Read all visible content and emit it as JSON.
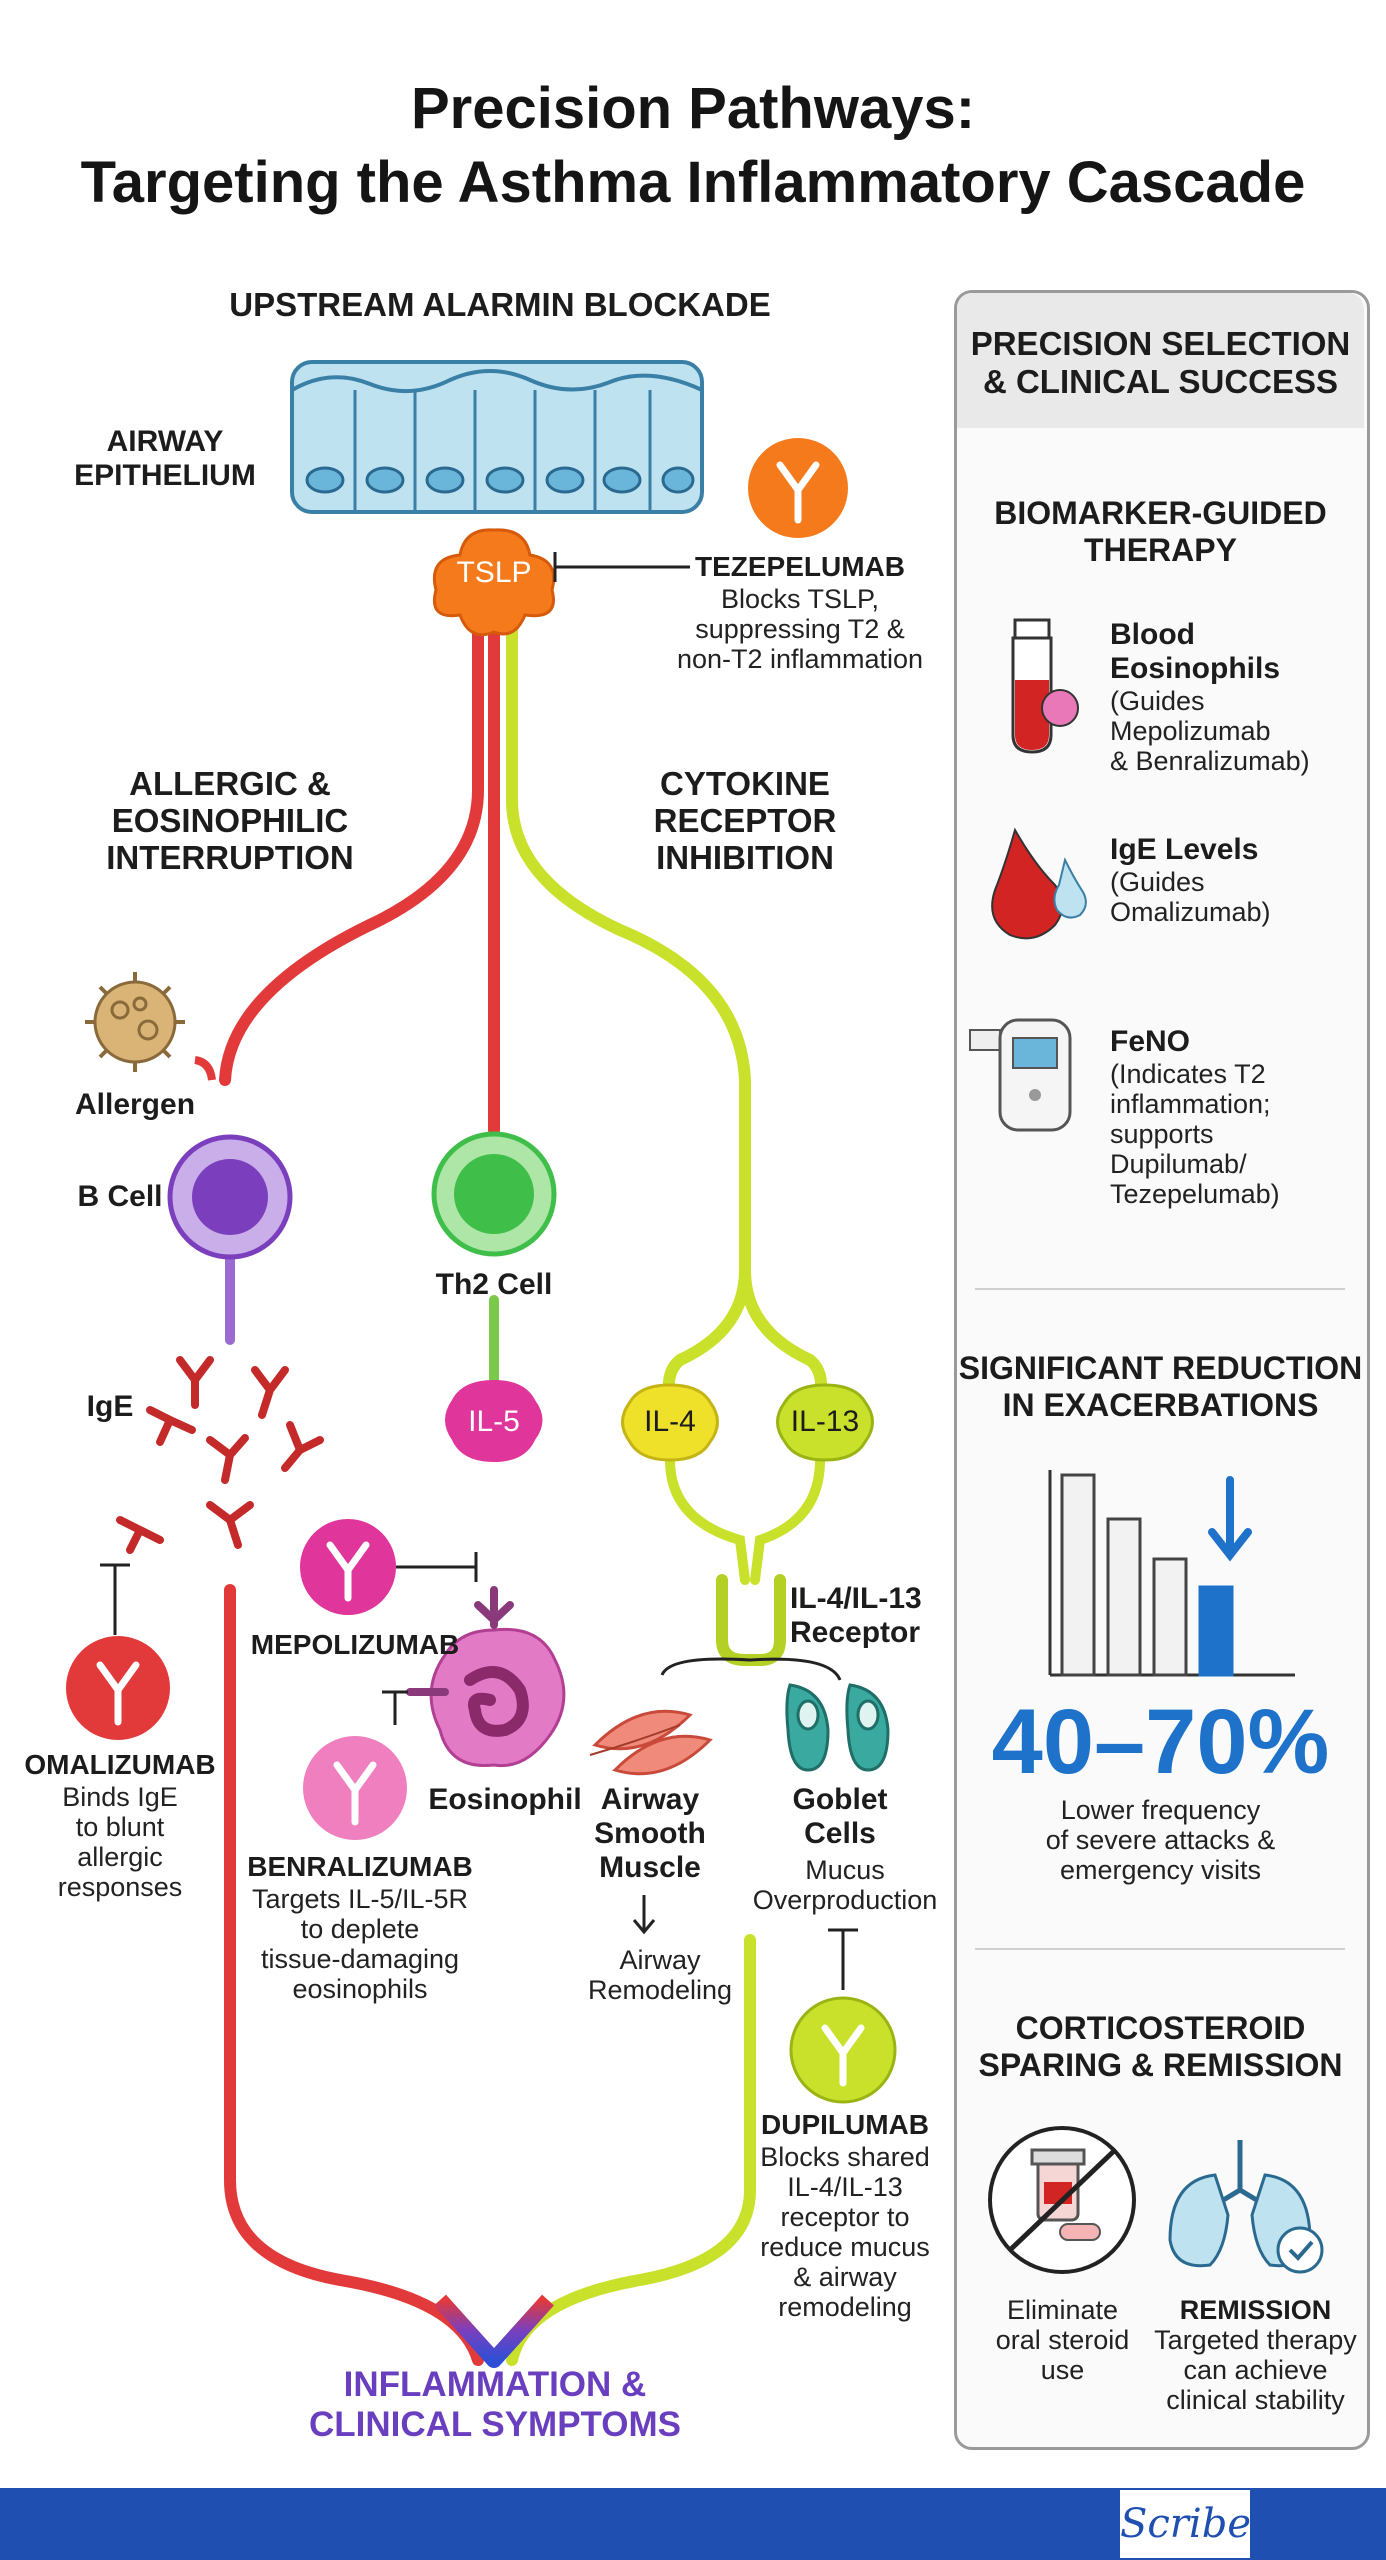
{
  "title": {
    "line1": "Precision Pathways:",
    "line2": "Targeting the Asthma Inflammatory Cascade"
  },
  "sections": {
    "upstream": "UPSTREAM ALARMIN BLOCKADE",
    "allergic": [
      "ALLERGIC &",
      "EOSINOPHILIC",
      "INTERRUPTION"
    ],
    "cytokine": [
      "CYTOKINE",
      "RECEPTOR",
      "INHIBITION"
    ]
  },
  "nodes": {
    "epithelium": [
      "AIRWAY",
      "EPITHELIUM"
    ],
    "tslp": "TSLP",
    "allergen": "Allergen",
    "bcell": "B Cell",
    "th2": "Th2 Cell",
    "ige": "IgE",
    "il5": "IL-5",
    "il4": "IL-4",
    "il13": "IL-13",
    "receptor": [
      "IL-4/IL-13",
      "Receptor"
    ],
    "eosinophil": "Eosinophil",
    "smooth_muscle": [
      "Airway",
      "Smooth",
      "Muscle"
    ],
    "goblet": [
      "Goblet",
      "Cells"
    ],
    "mucus": [
      "Mucus",
      "Overproduction"
    ],
    "remodeling": [
      "Airway",
      "Remodeling"
    ],
    "outcome": [
      "INFLAMMATION &",
      "CLINICAL SYMPTOMS"
    ]
  },
  "drugs": {
    "tezepelumab": {
      "name": "TEZEPELUMAB",
      "desc": [
        "Blocks TSLP,",
        "suppressing T2 &",
        "non-T2 inflammation"
      ]
    },
    "omalizumab": {
      "name": "OMALIZUMAB",
      "desc": [
        "Binds IgE",
        "to blunt",
        "allergic",
        "responses"
      ]
    },
    "mepolizumab": {
      "name": "MEPOLIZUMAB"
    },
    "benralizumab": {
      "name": "BENRALIZUMAB",
      "desc": [
        "Targets IL-5/IL-5R",
        "to deplete",
        "tissue-damaging",
        "eosinophils"
      ]
    },
    "dupilumab": {
      "name": "DUPILUMAB",
      "desc": [
        "Blocks shared",
        "IL-4/IL-13",
        "receptor to",
        "reduce mucus",
        "& airway",
        "remodeling"
      ]
    }
  },
  "panel": {
    "header": [
      "PRECISION SELECTION",
      "& CLINICAL SUCCESS"
    ],
    "biomarker_title": [
      "BIOMARKER-GUIDED",
      "THERAPY"
    ],
    "biomarkers": [
      {
        "name": [
          "Blood",
          "Eosinophils"
        ],
        "desc": [
          "(Guides Mepolizumab",
          "& Benralizumab)"
        ]
      },
      {
        "name": [
          "IgE Levels"
        ],
        "desc": [
          "(Guides",
          "Omalizumab)"
        ]
      },
      {
        "name": [
          "FeNO"
        ],
        "desc": [
          "(Indicates T2",
          "inflammation;",
          "supports",
          "Dupilumab/",
          "Tezepelumab)"
        ]
      }
    ],
    "reduction_title": [
      "SIGNIFICANT REDUCTION",
      "IN EXACERBATIONS"
    ],
    "stat": "40–70%",
    "stat_desc": [
      "Lower frequency",
      "of severe attacks &",
      "emergency visits"
    ],
    "bar_levels": [
      1.0,
      0.78,
      0.58,
      0.44
    ],
    "sparing_title": [
      "CORTICOSTEROID",
      "SPARING & REMISSION"
    ],
    "eliminate": [
      "Eliminate",
      "oral steroid",
      "use"
    ],
    "remission_title": "REMISSION",
    "remission_desc": [
      "Targeted therapy",
      "can achieve",
      "clinical stability"
    ]
  },
  "footer": {
    "logo": "Scribe"
  },
  "colors": {
    "red": "#e23a3a",
    "yellow": "#c9e12a",
    "magenta": "#e0359a",
    "purple": "#7b3fbd",
    "blue": "#1f4fb0",
    "orange": "#f47a1c",
    "green": "#3fbf4a"
  }
}
